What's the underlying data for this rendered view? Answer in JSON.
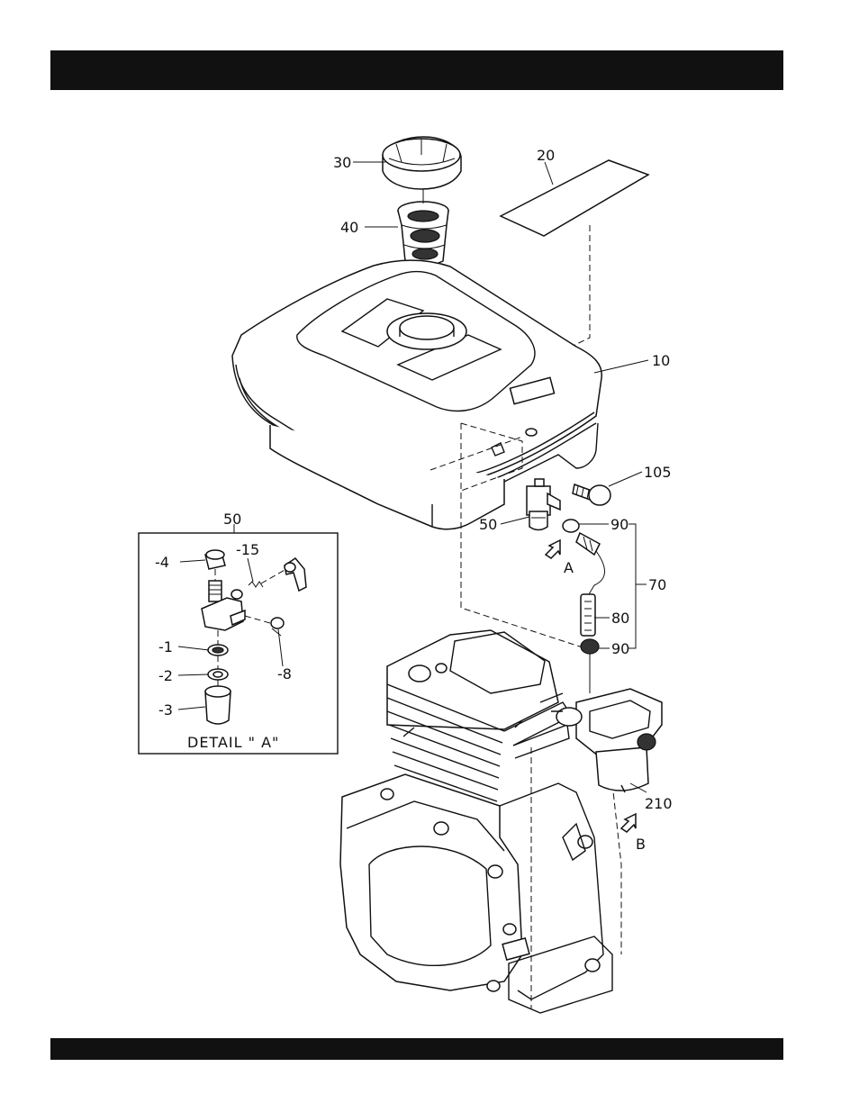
{
  "labels": {
    "p30": "30",
    "p20": "20",
    "p40": "40",
    "p10": "10",
    "p105": "105",
    "p50_main": "50",
    "p90_top": "90",
    "arrow_a": "A",
    "p70": "70",
    "p80": "80",
    "p90_bottom": "90",
    "p210": "210",
    "arrow_b": "B",
    "detail_title_num": "50",
    "d4": "-4",
    "d15": "-15",
    "d1": "-1",
    "d2": "-2",
    "d3": "-3",
    "d8": "-8",
    "detail_caption": "DETAIL \" A\""
  }
}
